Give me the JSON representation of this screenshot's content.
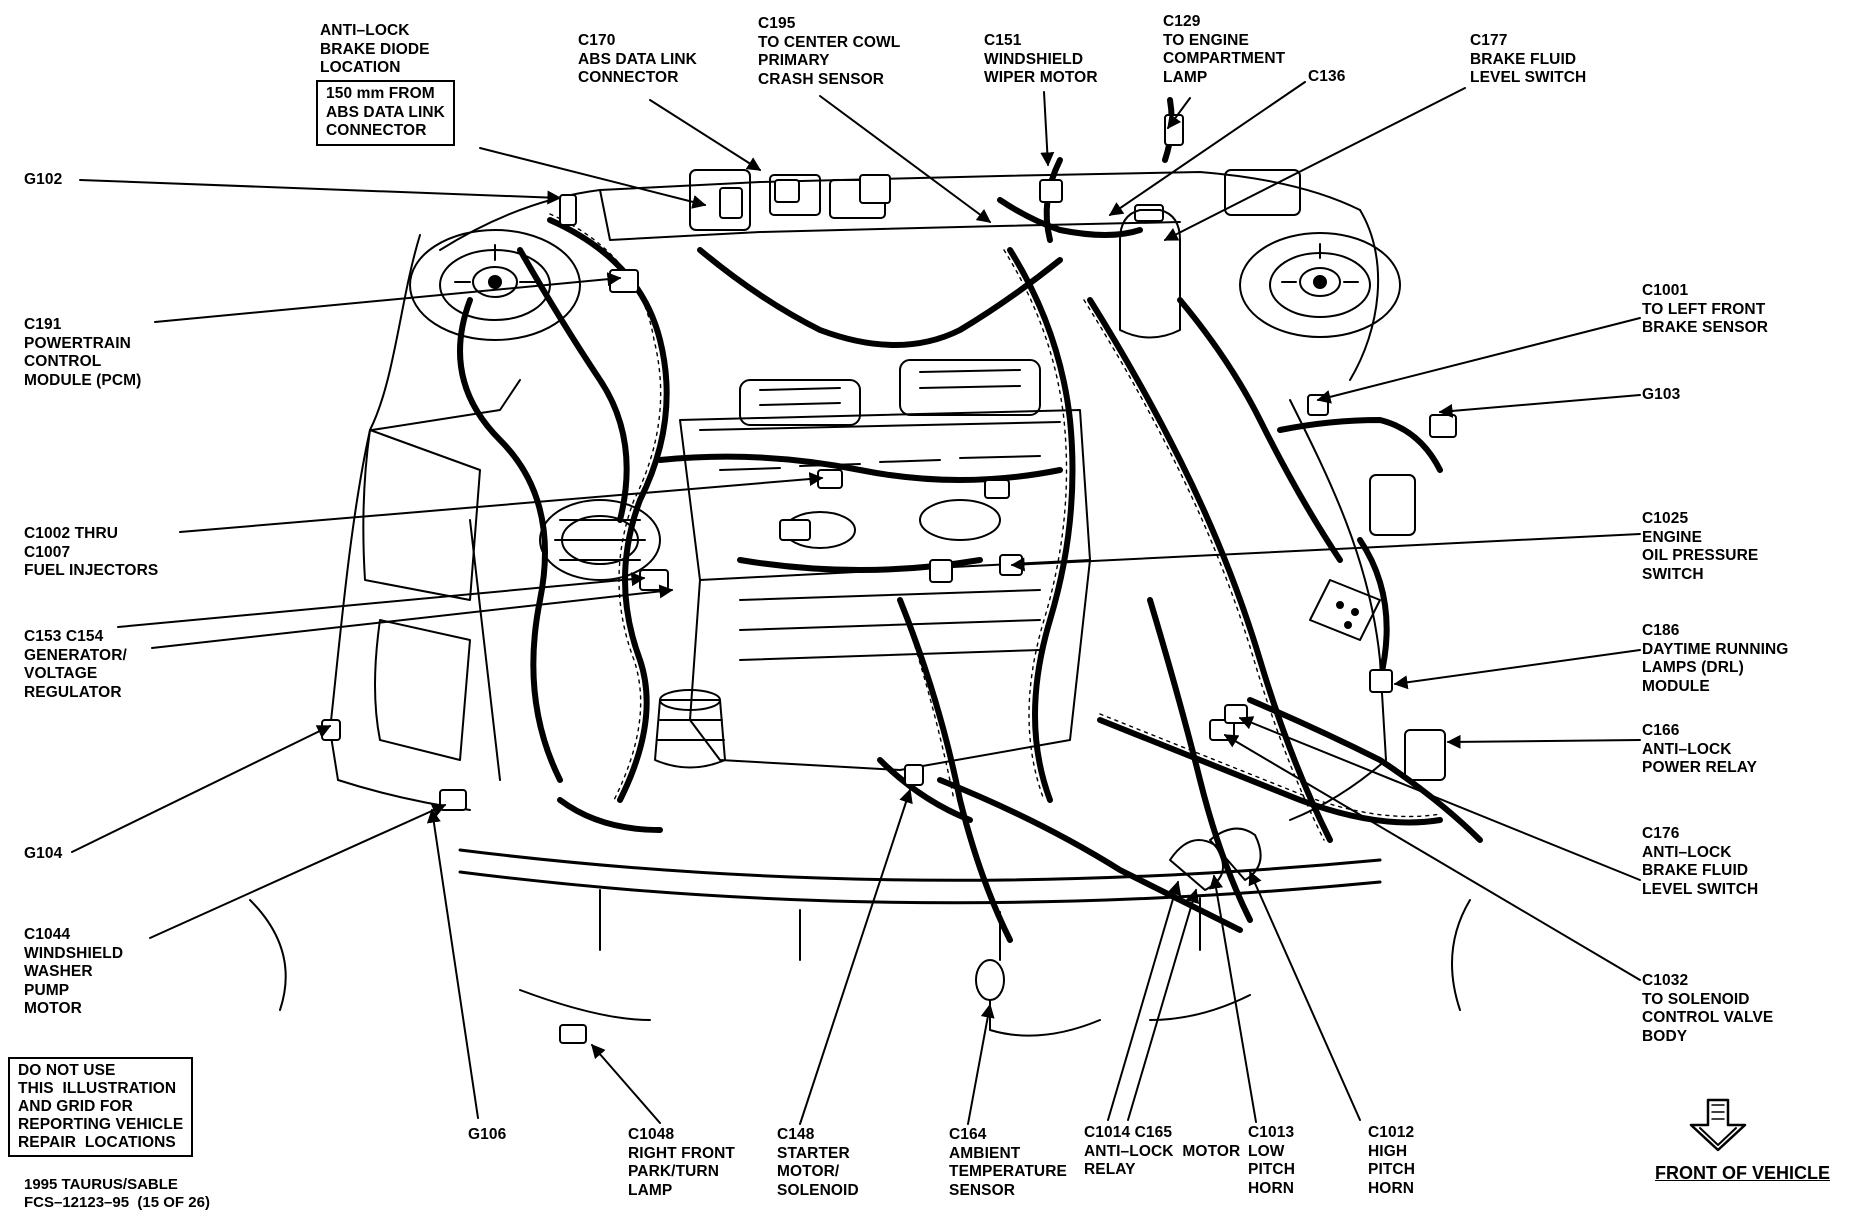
{
  "labels": {
    "anti_lock_brake_diode": "ANTI–LOCK\nBRAKE DIODE\nLOCATION",
    "diode_box": "150 mm FROM\nABS DATA LINK\nCONNECTOR",
    "c170": "C170\nABS DATA LINK\nCONNECTOR",
    "c195": "C195\nTO CENTER COWL\nPRIMARY\nCRASH SENSOR",
    "c151": "C151\nWINDSHIELD\nWIPER MOTOR",
    "c129": "C129\nTO ENGINE\nCOMPARTMENT\nLAMP",
    "c136": "C136",
    "c177": "C177\nBRAKE FLUID\nLEVEL SWITCH",
    "g102": "G102",
    "c191": "C191\nPOWERTRAIN\nCONTROL\nMODULE (PCM)",
    "c1001": "C1001\nTO LEFT FRONT\nBRAKE SENSOR",
    "g103": "G103",
    "c1002": "C1002 THRU\nC1007\nFUEL INJECTORS",
    "c1025": "C1025\nENGINE\nOIL PRESSURE\nSWITCH",
    "c153": "C153 C154\nGENERATOR/\nVOLTAGE\nREGULATOR",
    "c186": "C186\nDAYTIME RUNNING\nLAMPS (DRL)\nMODULE",
    "c166": "C166\nANTI–LOCK\nPOWER RELAY",
    "g104": "G104",
    "c176": "C176\nANTI–LOCK\nBRAKE FLUID\nLEVEL SWITCH",
    "c1044": "C1044\nWINDSHIELD\nWASHER\nPUMP\nMOTOR",
    "c1032": "C1032\nTO SOLENOID\nCONTROL VALVE\nBODY",
    "g106": "G106",
    "c1048": "C1048\nRIGHT FRONT\nPARK/TURN\nLAMP",
    "c148": "C148\nSTARTER\nMOTOR/\nSOLENOID",
    "c164": "C164\nAMBIENT\nTEMPERATURE\nSENSOR",
    "c1014": "C1014 C165\nANTI–LOCK  MOTOR\nRELAY",
    "c1013": "C1013\nLOW\nPITCH\nHORN",
    "c1012": "C1012\nHIGH\nPITCH\nHORN"
  },
  "notice": "DO NOT USE\nTHIS  ILLUSTRATION\nAND GRID FOR\nREPORTING VEHICLE\nREPAIR  LOCATIONS",
  "footer": "1995 TAURUS/SABLE\nFCS–12123–95  (15 OF 26)",
  "front_of_vehicle": "FRONT OF VEHICLE",
  "icons": {
    "front_arrow": "front-of-vehicle-arrow-icon"
  },
  "colors": {
    "ink": "#000000",
    "paper": "#ffffff"
  }
}
